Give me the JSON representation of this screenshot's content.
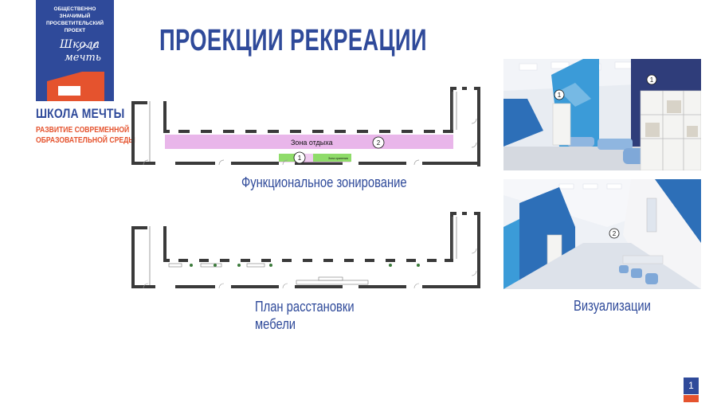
{
  "brand": {
    "top_line_1": "ОБЩЕСТВЕННО ЗНАЧИМЫЙ",
    "top_line_2": "ПРОСВЕТИТЕЛЬСКИЙ ПРОЕКТ",
    "script_line_1": "Школа",
    "script_line_2": "мечты",
    "title": "ШКОЛА МЕЧТЫ",
    "sub_line_1": "РАЗВИТИЕ СОВРЕМЕННОЙ",
    "sub_line_2": "ОБРАЗОВАТЕЛЬНОЙ СРЕДЫ",
    "colors": {
      "blue": "#2f4a9a",
      "red": "#e5532e"
    }
  },
  "page": {
    "title": "ПРОЕКЦИИ РЕКРЕАЦИИ",
    "number": "1"
  },
  "zoning": {
    "caption": "Функциональное зонирование",
    "zone_rest_label": "Зона отдыха",
    "zone_storage_label": "Зона хранения",
    "marker_1": "1",
    "marker_2": "2",
    "zone_colors": {
      "rest": "#e9b6ea",
      "storage": "#8fdc6a"
    }
  },
  "furniture": {
    "caption_line_1": "План расстановки",
    "caption_line_2": "мебели"
  },
  "visuals": {
    "caption": "Визуализации",
    "photo_1_marker_a": "1",
    "photo_1_marker_b": "1",
    "photo_2_marker": "2"
  }
}
